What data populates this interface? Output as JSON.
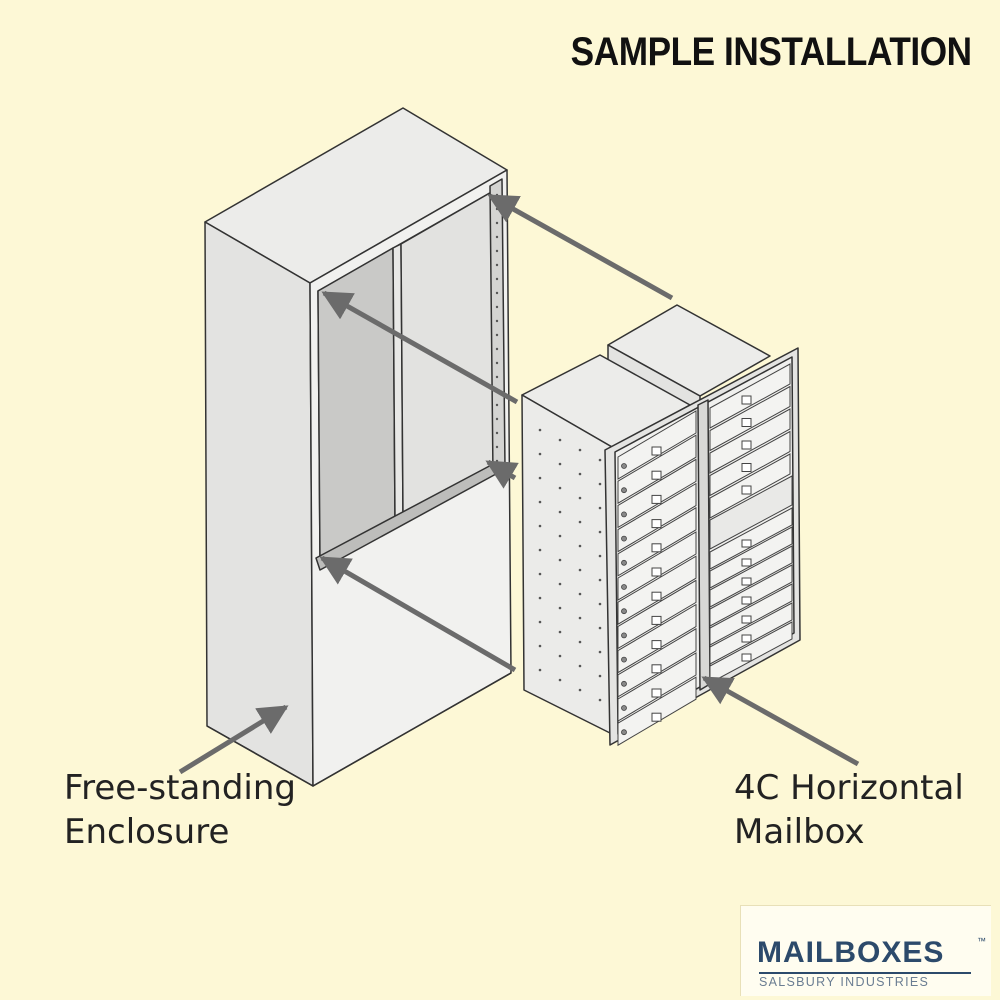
{
  "title": "SAMPLE INSTALLATION",
  "labels": {
    "enclosure": [
      "Free-standing",
      "Enclosure"
    ],
    "mailbox": [
      "4C Horizontal",
      "Mailbox"
    ]
  },
  "logo": {
    "brand": "MAILBOXES",
    "trademark": "™",
    "subtitle": "SALSBURY INDUSTRIES"
  },
  "colors": {
    "background": "#fdf8d6",
    "arrow": "#6b6b6b",
    "brand": "#2c4a6b"
  }
}
